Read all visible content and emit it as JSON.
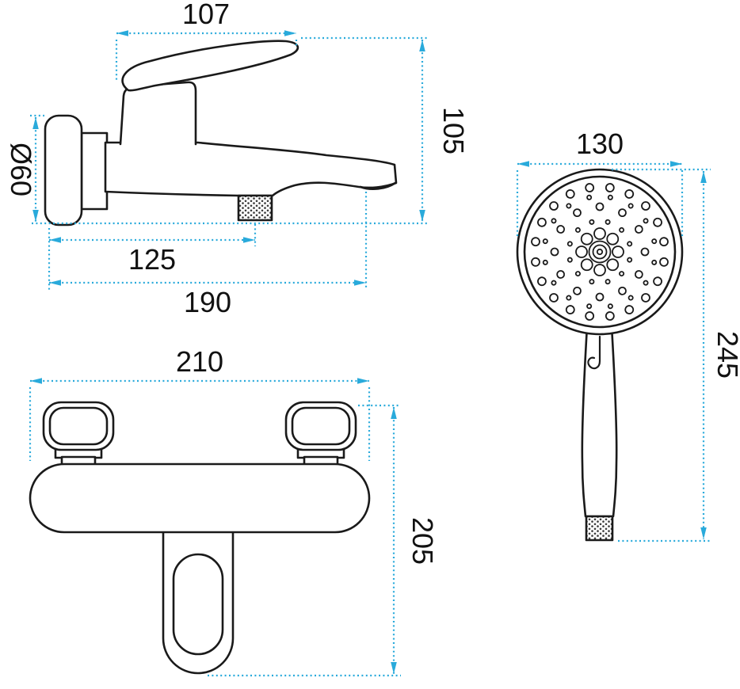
{
  "style": {
    "dimension_color": "#29AADB",
    "line_color": "#1a1a1a",
    "background": "#ffffff"
  },
  "drawing": {
    "mixer_side_view": {
      "dimensions": {
        "handle_length": "107",
        "overall_height": "105",
        "escutcheon_diameter": "Ø60",
        "outlet_offset": "125",
        "spout_reach": "190"
      }
    },
    "hand_shower_view": {
      "dimensions": {
        "head_diameter": "130",
        "overall_length": "245"
      }
    },
    "mixer_front_view": {
      "dimensions": {
        "overall_width": "210",
        "overall_height": "205"
      }
    }
  }
}
